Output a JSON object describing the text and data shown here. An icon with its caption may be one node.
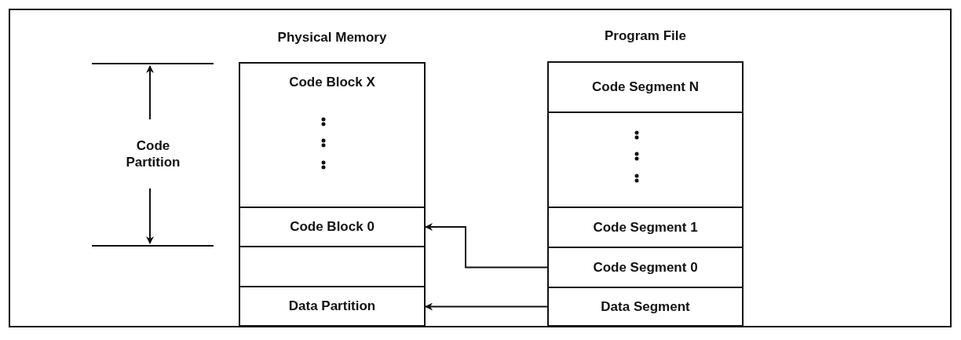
{
  "diagram": {
    "nodes": [
      {
        "text": [
          "Physical Memory"
        ]
      },
      {
        "text": [
          "Code Block X"
        ],
        "in": 0
      },
      {
        "text": [
          "Code Block 0"
        ],
        "in": 0
      },
      {
        "text": [],
        "shape": "box",
        "in": 0
      },
      {
        "text": [
          "Data Partition"
        ],
        "in": 0
      },
      {
        "text": [
          "Program File"
        ]
      },
      {
        "text": [
          "Code Segment N"
        ],
        "in": 5
      },
      {
        "text": [],
        "shape": "box",
        "in": 5
      },
      {
        "text": [
          "Code Segment 1"
        ],
        "in": 5
      },
      {
        "text": [
          "Code Segment 0"
        ],
        "in": 5
      },
      {
        "text": [
          "Data Segment"
        ],
        "in": 5
      }
    ],
    "edges": [
      {
        "from": 9,
        "to": 2,
        "arrow": "to"
      },
      {
        "from": 10,
        "to": 4,
        "arrow": "to"
      }
    ],
    "labels": [
      "Code Partition"
    ]
  }
}
